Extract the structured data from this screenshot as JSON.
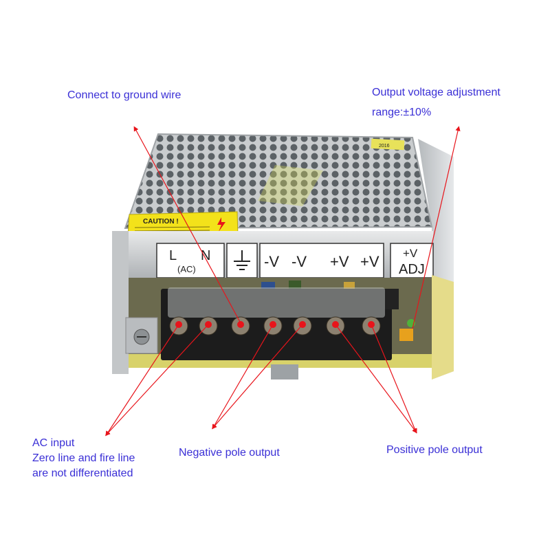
{
  "annotations": {
    "ground": "Connect to ground wire",
    "voltage_adjust": "Output voltage adjustment",
    "voltage_range": "range:±10%",
    "ac_input": [
      "AC input",
      "Zero line and fire line",
      "are not differentiated"
    ],
    "negative": "Negative pole output",
    "positive": "Positive pole output"
  },
  "device": {
    "caution_title": "CAUTION !",
    "sticker": "2016",
    "terminal_l": "L",
    "terminal_n": "N",
    "terminal_ac": "(AC)",
    "terminal_neg1": "-V",
    "terminal_neg2": "-V",
    "terminal_pos1": "+V",
    "terminal_pos2": "+V",
    "adj_top": "+V",
    "adj_bottom": "ADJ"
  },
  "colors": {
    "label_text": "#3a2fd6",
    "arrow": "#e8141b",
    "caution_yellow": "#f3e21a"
  }
}
